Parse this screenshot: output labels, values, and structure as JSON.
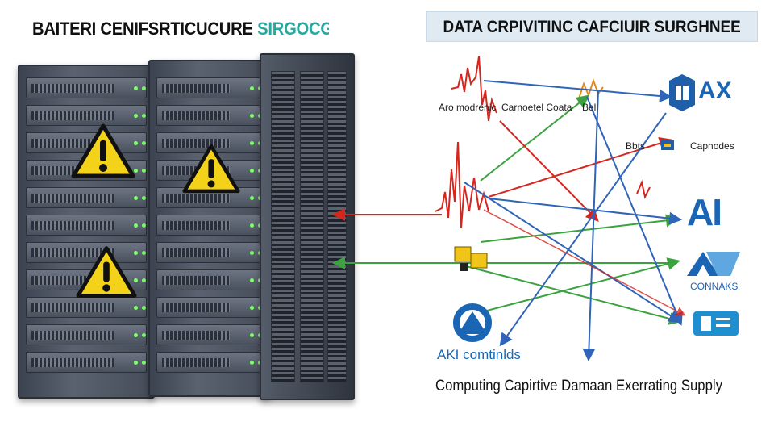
{
  "header": {
    "left_title": "BAITERI CENIFSRTICUCURE",
    "left_title_accent": "SIRGOCGE",
    "right_title": "DATA CRPIVITINC CAFCIUIR SURGHNEE"
  },
  "diagram": {
    "labels": {
      "top_a": "Aro modrenic",
      "top_b": "Carnoetel Coata",
      "top_c": "Bell",
      "mid_a": "Bbts",
      "mid_b": "Capnodes",
      "ai_brand": "AI",
      "ax_brand": "AX",
      "connaks": "CONNAKS",
      "bottom_brand": "AKI comtinlds"
    },
    "caption": "Computing Capirtive Damaan Exerrating Supply"
  },
  "colors": {
    "red_arrow": "#d7261e",
    "green_arrow": "#3aa33f",
    "blue_arrow": "#2f64b8",
    "warning_yellow": "#f5d21a",
    "brand_blue": "#1b66b4",
    "accent_teal": "#2aa7a0"
  },
  "icons": [
    "warning-icon",
    "ai-logo-icon",
    "ax-logo-icon",
    "book-icon",
    "chip-icon",
    "circle-logo-icon",
    "panel-icon"
  ]
}
